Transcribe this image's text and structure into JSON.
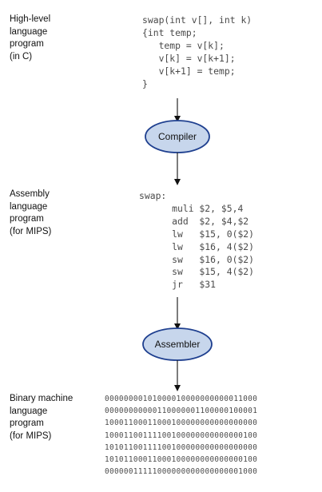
{
  "stages": [
    {
      "label": "High-level\nlanguage\nprogram\n(in C)",
      "code": "swap(int v[], int k)\n{int temp;\n   temp = v[k];\n   v[k] = v[k+1];\n   v[k+1] = temp;\n}"
    },
    {
      "label": "Assembly\nlanguage\nprogram\n(for MIPS)",
      "code": "swap:\n      muli $2, $5,4\n      add  $2, $4,$2\n      lw   $15, 0($2)\n      lw   $16, 4($2)\n      sw   $16, 0($2)\n      sw   $15, 4($2)\n      jr   $31"
    },
    {
      "label": "Binary machine\nlanguage\nprogram\n(for MIPS)",
      "code": "00000000101000010000000000011000\n00000000000110000001100000100001\n10001100011000100000000000000000\n10001100111100100000000000000100\n10101100111100100000000000000000\n10101100011000100000000000000100\n00000011111000000000000000001000"
    }
  ],
  "processors": {
    "compiler": "Compiler",
    "assembler": "Assembler"
  },
  "colors": {
    "oval_fill": "#c7d6ec",
    "oval_stroke": "#1e3f8f",
    "arrow": "#111111"
  }
}
